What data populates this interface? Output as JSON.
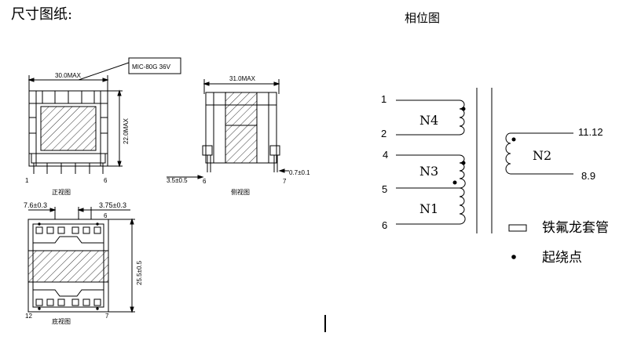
{
  "headings": {
    "dimension_drawing": "尺寸图纸:",
    "phase_diagram": "相位图"
  },
  "front_view": {
    "width_label": "30.0MAX",
    "height_label": "22.0MAX",
    "part_label": "MIC-80G 36V",
    "pin_left": "1",
    "pin_right": "6",
    "caption": "正视图"
  },
  "side_view": {
    "width_label": "31.0MAX",
    "pin_offset_label": "3.5±0.5",
    "pin_thickness_label": "0.7±0.1",
    "pin_left": "6",
    "pin_right": "7",
    "caption": "侧视图"
  },
  "bottom_view": {
    "left_pitch_label": "7.6±0.3",
    "right_pitch_label": "3.75±0.3",
    "height_label": "25.5±0.5",
    "pin_top_right": "6",
    "pin_bottom_left": "12",
    "pin_bottom_right": "7",
    "caption": "底视图"
  },
  "schematic": {
    "pins": {
      "p1": "1",
      "p2": "2",
      "p4": "4",
      "p5": "5",
      "p6": "6"
    },
    "secondary_pins": {
      "top": "11.12",
      "bottom": "8.9"
    },
    "windings": {
      "n4": "N4",
      "n3": "N3",
      "n1": "N1",
      "n2": "N2"
    }
  },
  "legend": {
    "teflon_sleeve": "铁氟龙套管",
    "winding_start": "起绕点"
  }
}
